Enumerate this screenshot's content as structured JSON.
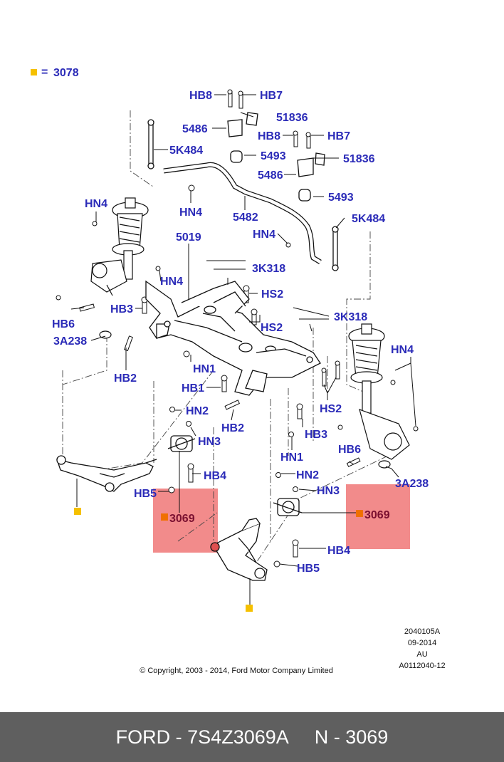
{
  "legend": {
    "marker_color": "#f5c000",
    "text": "3078"
  },
  "label_color": "#2b2bb8",
  "highlight_color": "#f28b8b",
  "labels": {
    "hb8_a": "HB8",
    "hb7_a": "HB7",
    "c51836_a": "51836",
    "c5486_a": "5486",
    "hb8_b": "HB8",
    "hb7_b": "HB7",
    "c5k484_a": "5K484",
    "c5493_a": "5493",
    "c51836_b": "51836",
    "c5486_b": "5486",
    "c5493_b": "5493",
    "hn4_a": "HN4",
    "hn4_b": "HN4",
    "c5482": "5482",
    "c5k484_b": "5K484",
    "hn4_c": "HN4",
    "c5019": "5019",
    "c3k318_a": "3K318",
    "hn4_d": "HN4",
    "hs2_a": "HS2",
    "hb3_a": "HB3",
    "hb6_a": "HB6",
    "hs2_b": "HS2",
    "c3k318_b": "3K318",
    "c3a238_a": "3A238",
    "hn4_e": "HN4",
    "hb2_a": "HB2",
    "hn1_a": "HN1",
    "hb1": "HB1",
    "hs2_c": "HS2",
    "hn2_a": "HN2",
    "hb2_b": "HB2",
    "hb3_b": "HB3",
    "hn3_a": "HN3",
    "hn1_b": "HN1",
    "hb6_b": "HB6",
    "hb4_a": "HB4",
    "hn2_b": "HN2",
    "c3a238_b": "3A238",
    "hb5_a": "HB5",
    "hn3_b": "HN3",
    "c3069_a": "3069",
    "c3069_b": "3069",
    "hb4_b": "HB4",
    "hb5_b": "HB5"
  },
  "info": {
    "code": "2040105A",
    "date": "09-2014",
    "region": "AU",
    "ref": "A0112040-12",
    "copyright": "© Copyright, 2003 - 2014, Ford Motor Company Limited"
  },
  "footer": {
    "part": "FORD - 7S4Z3069A",
    "ref": "N - 3069"
  }
}
